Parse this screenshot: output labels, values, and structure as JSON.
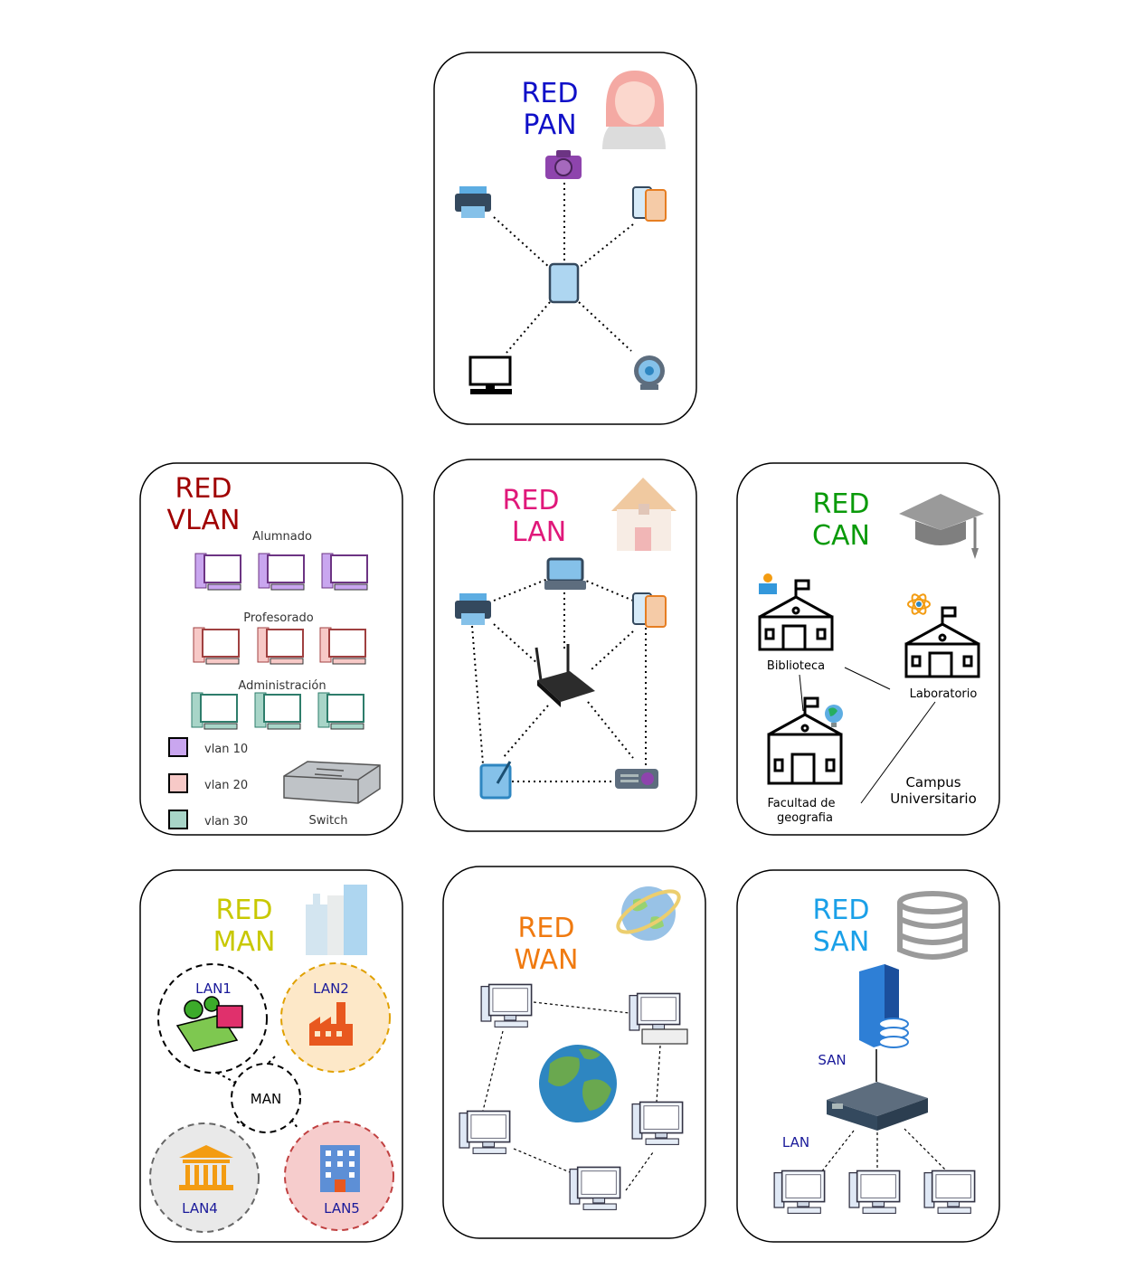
{
  "pan": {
    "title1": "RED",
    "title2": "PAN",
    "color": "#1010c8"
  },
  "vlan": {
    "title1": "RED",
    "title2": "VLAN",
    "color": "#a00000",
    "group1": "Alumnado",
    "group2": "Profesorado",
    "group3": "Administración",
    "legend1": "vlan 10",
    "legend2": "vlan 20",
    "legend3": "vlan 30",
    "switch_label": "Switch",
    "color1": "#c9a6ef",
    "color2": "#f7c9c7",
    "color3": "#a8d5c8"
  },
  "lan": {
    "title1": "RED",
    "title2": "LAN",
    "color": "#e0187a"
  },
  "can": {
    "title1": "RED",
    "title2": "CAN",
    "color": "#0a9a0a",
    "biblioteca": "Biblioteca",
    "laboratorio": "Laboratorio",
    "facultad1": "Facultad de",
    "facultad2": "geografia",
    "campus1": "Campus",
    "campus2": "Universitario"
  },
  "man": {
    "title1": "RED",
    "title2": "MAN",
    "color": "#c8c800",
    "lan1": "LAN1",
    "lan2": "LAN2",
    "lan4": "LAN4",
    "lan5": "LAN5",
    "center": "MAN"
  },
  "wan": {
    "title1": "RED",
    "title2": "WAN",
    "color": "#f07a10"
  },
  "san": {
    "title1": "RED",
    "title2": "SAN",
    "color": "#1aa0e8",
    "san_label": "SAN",
    "lan_label": "LAN"
  }
}
